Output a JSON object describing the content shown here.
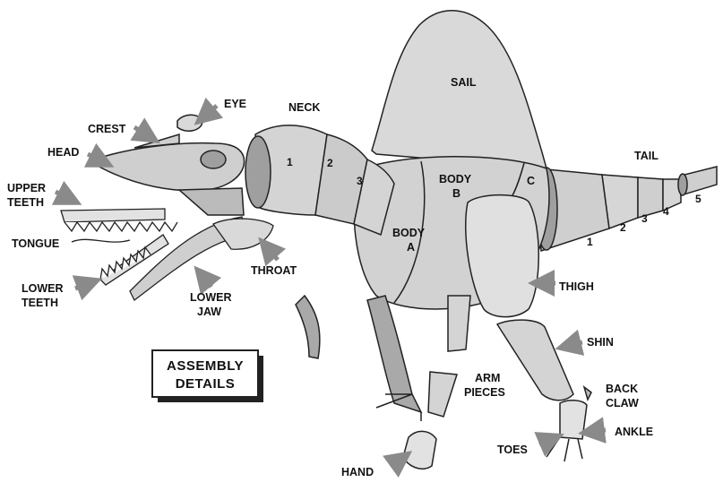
{
  "labels": {
    "sail": "SAIL",
    "neck": "NECK",
    "eye": "EYE",
    "crest": "CREST",
    "head": "HEAD",
    "upper_teeth_1": "UPPER",
    "upper_teeth_2": "TEETH",
    "tongue": "TONGUE",
    "lower_teeth_1": "LOWER",
    "lower_teeth_2": "TEETH",
    "lower_jaw_1": "LOWER",
    "lower_jaw_2": "JAW",
    "throat": "THROAT",
    "body_a_1": "BODY",
    "body_a_2": "A",
    "body_b_1": "BODY",
    "body_b_2": "B",
    "body_c": "C",
    "tail": "TAIL",
    "thigh": "THIGH",
    "shin": "SHIN",
    "back_claw_1": "BACK",
    "back_claw_2": "CLAW",
    "ankle": "ANKLE",
    "toes": "TOES",
    "arm_pieces_1": "ARM",
    "arm_pieces_2": "PIECES",
    "hand": "HAND"
  },
  "neck_numbers": [
    "1",
    "2",
    "3"
  ],
  "tail_numbers": [
    "1",
    "2",
    "3",
    "4",
    "5"
  ],
  "title_box": {
    "line1": "ASSEMBLY",
    "line2": "DETAILS"
  },
  "colors": {
    "part_fill": "#cfcfcf",
    "part_light": "#e4e4e4",
    "part_dark": "#9a9a9a",
    "outline": "#222222",
    "arrow": "#8a8a8a"
  }
}
